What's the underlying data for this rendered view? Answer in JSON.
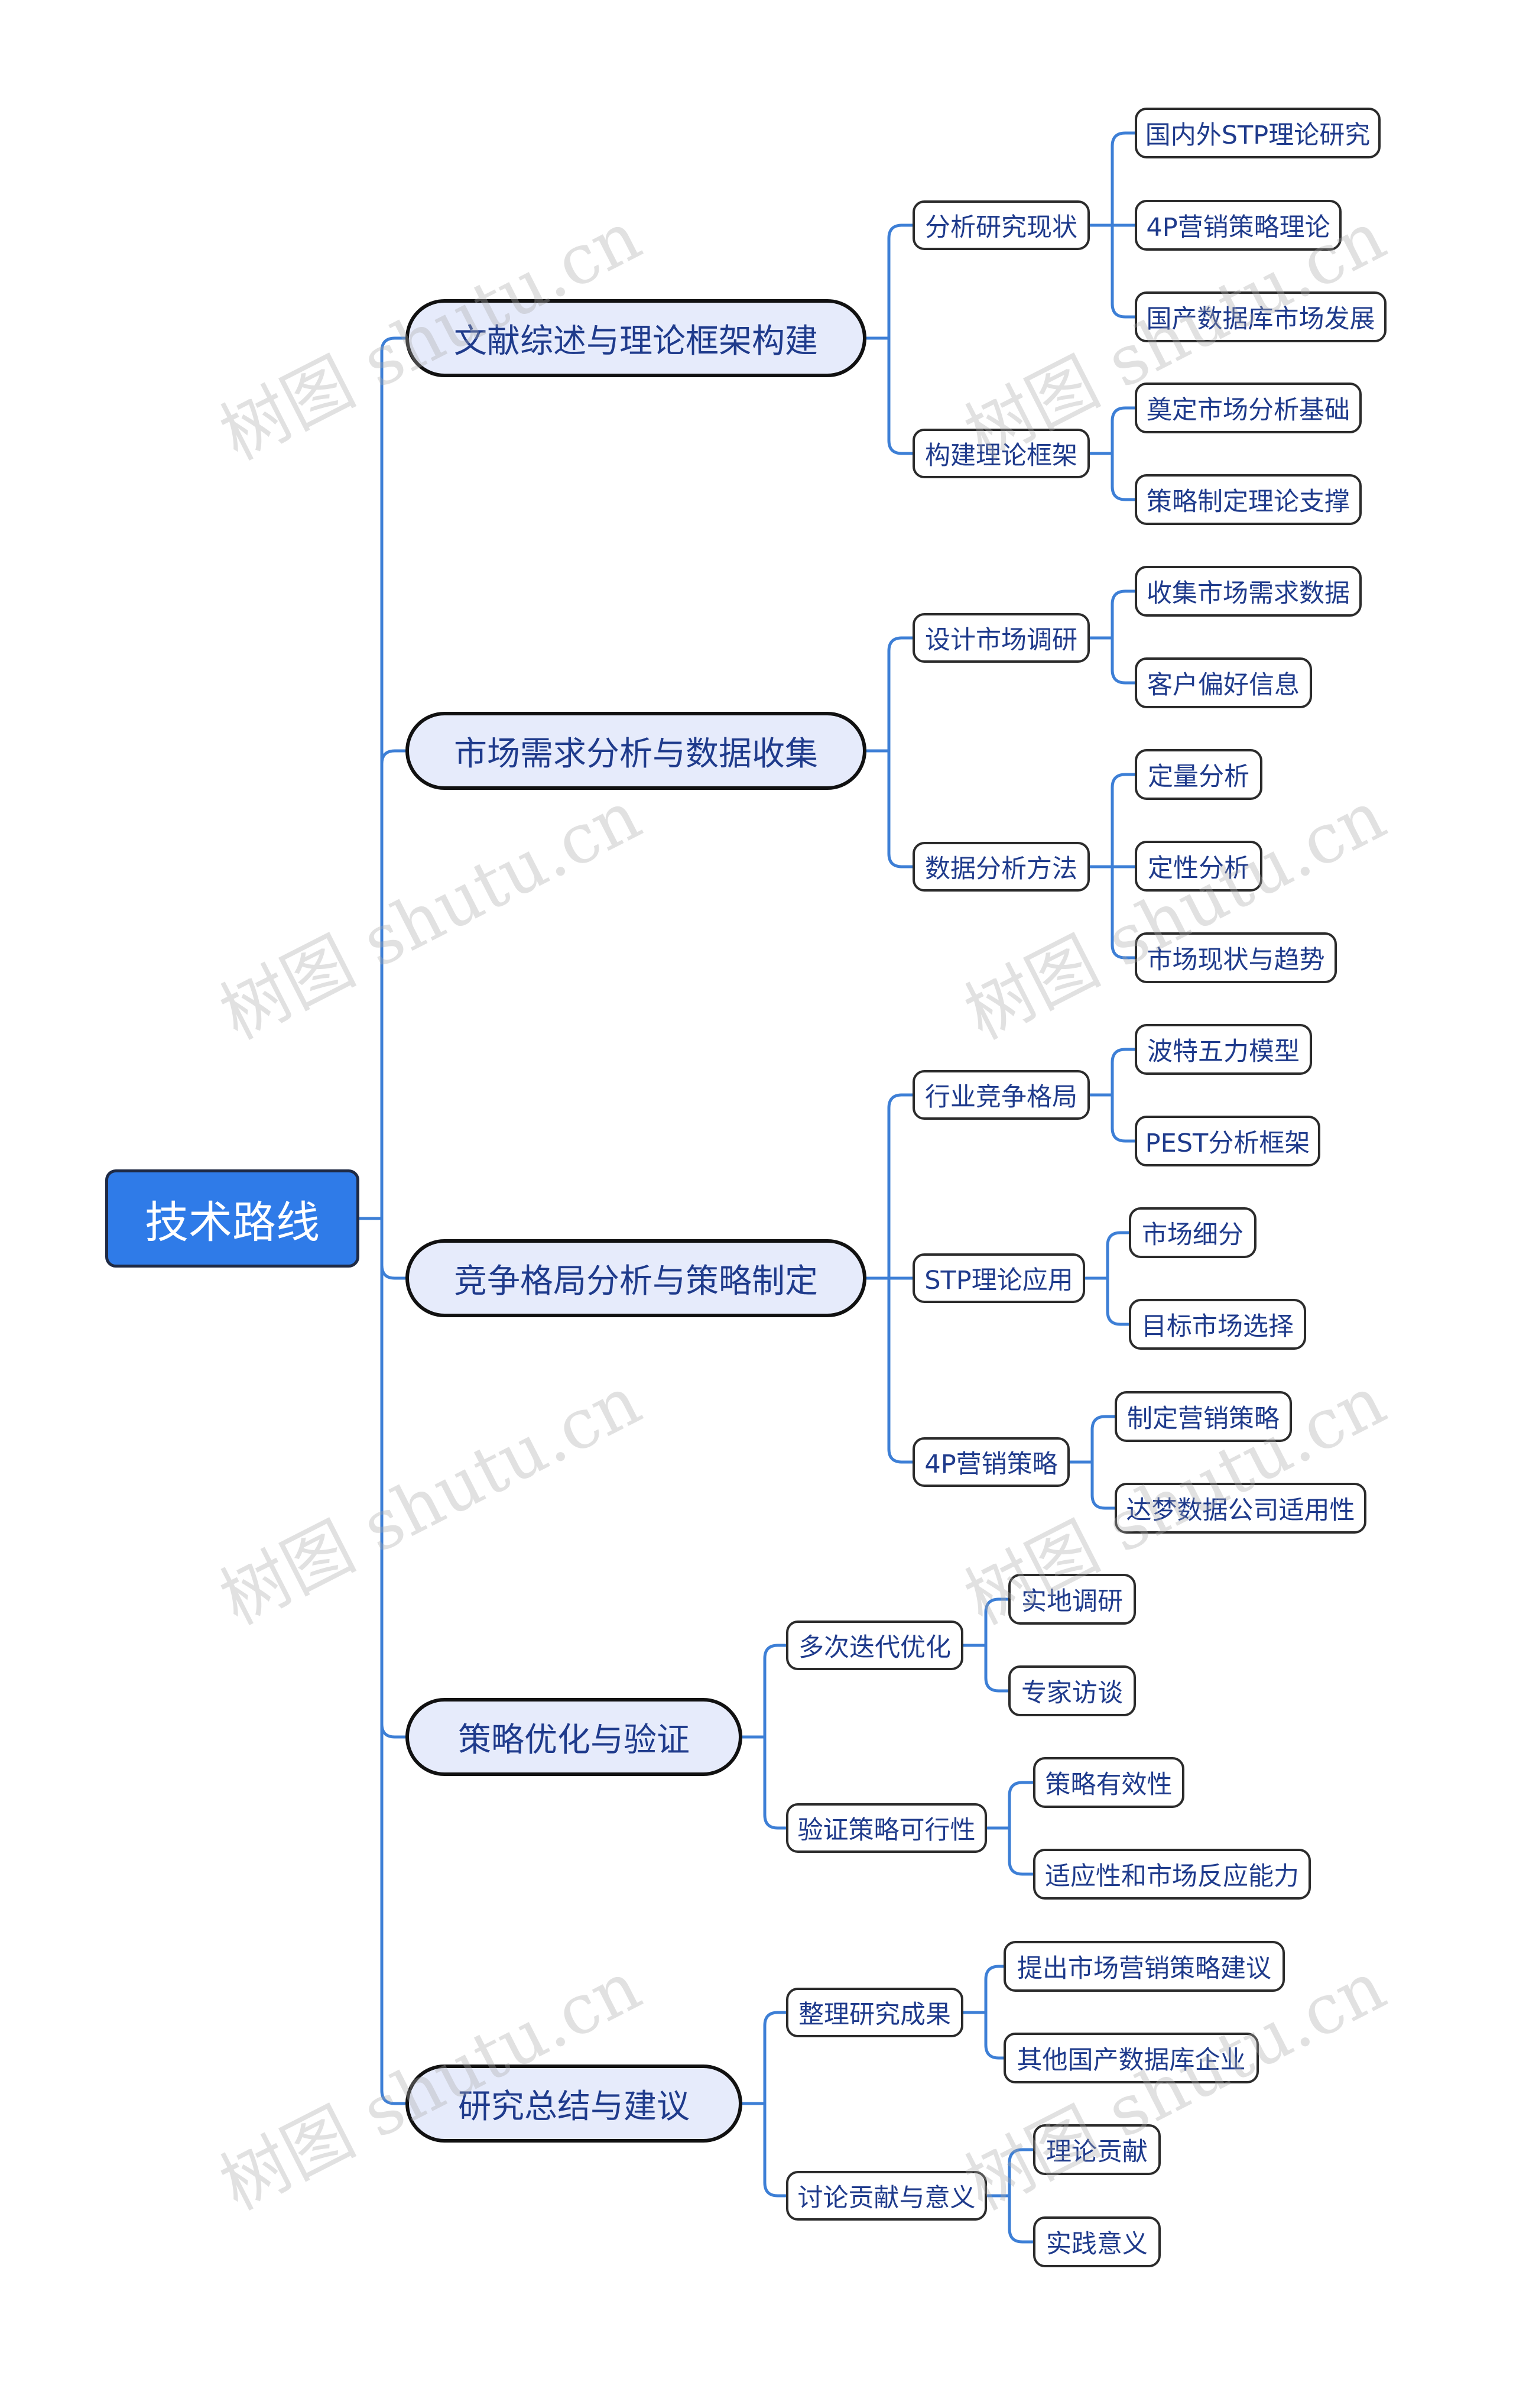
{
  "watermark": "树图 shutu.cn",
  "colors": {
    "root_fill": "#2f7be8",
    "branch_fill": "#e6ebfb",
    "line": "#3d7fd6",
    "text": "#1f3b8c"
  },
  "root": {
    "label": "技术路线"
  },
  "branches": [
    {
      "label": "文献综述与理论框架构建",
      "children": [
        {
          "label": "分析研究现状",
          "children": [
            "国内外STP理论研究",
            "4P营销策略理论",
            "国产数据库市场发展"
          ]
        },
        {
          "label": "构建理论框架",
          "children": [
            "奠定市场分析基础",
            "策略制定理论支撑"
          ]
        }
      ]
    },
    {
      "label": "市场需求分析与数据收集",
      "children": [
        {
          "label": "设计市场调研",
          "children": [
            "收集市场需求数据",
            "客户偏好信息"
          ]
        },
        {
          "label": "数据分析方法",
          "children": [
            "定量分析",
            "定性分析",
            "市场现状与趋势"
          ]
        }
      ]
    },
    {
      "label": "竞争格局分析与策略制定",
      "children": [
        {
          "label": "行业竞争格局",
          "children": [
            "波特五力模型",
            "PEST分析框架"
          ]
        },
        {
          "label": "STP理论应用",
          "children": [
            "市场细分",
            "目标市场选择"
          ]
        },
        {
          "label": "4P营销策略",
          "children": [
            "制定营销策略",
            "达梦数据公司适用性"
          ]
        }
      ]
    },
    {
      "label": "策略优化与验证",
      "children": [
        {
          "label": "多次迭代优化",
          "children": [
            "实地调研",
            "专家访谈"
          ]
        },
        {
          "label": "验证策略可行性",
          "children": [
            "策略有效性",
            "适应性和市场反应能力"
          ]
        }
      ]
    },
    {
      "label": "研究总结与建议",
      "children": [
        {
          "label": "整理研究成果",
          "children": [
            "提出市场营销策略建议",
            "其他国产数据库企业"
          ]
        },
        {
          "label": "讨论贡献与意义",
          "children": [
            "理论贡献",
            "实践意义"
          ]
        }
      ]
    }
  ]
}
